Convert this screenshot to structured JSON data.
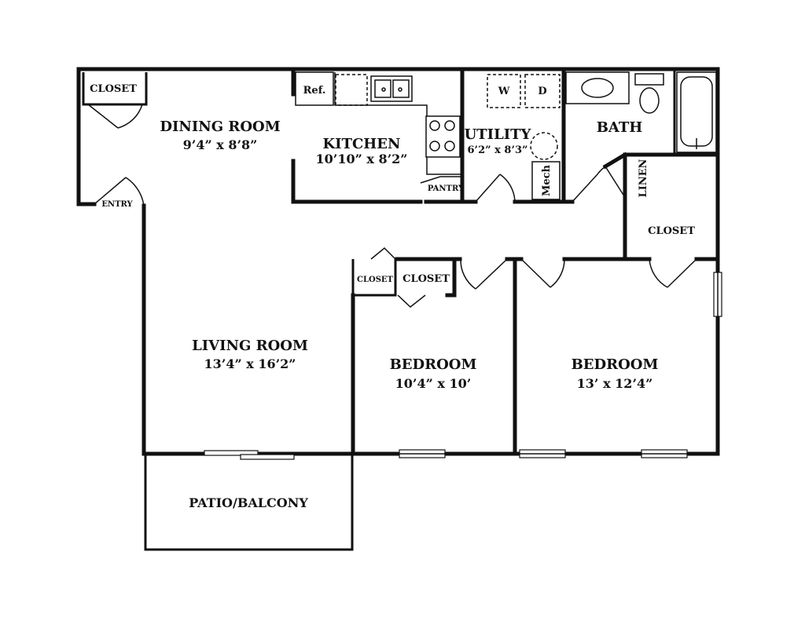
{
  "rooms": {
    "dining": {
      "name": "DINING ROOM",
      "size": "9’4” x 8’8”"
    },
    "kitchen": {
      "name": "KITCHEN",
      "size": "10’10” x 8’2”"
    },
    "utility": {
      "name": "UTILITY",
      "size": "6’2” x 8’3”"
    },
    "bath": {
      "name": "BATH"
    },
    "living": {
      "name": "LIVING ROOM",
      "size": "13’4” x 16’2”"
    },
    "bedroom1": {
      "name": "BEDROOM",
      "size": "10’4” x 10’"
    },
    "bedroom2": {
      "name": "BEDROOM",
      "size": "13’ x 12’4”"
    },
    "patio": {
      "name": "PATIO/BALCONY"
    }
  },
  "labels": {
    "closet_entry": "CLOSET",
    "entry": "ENTRY",
    "ref": "Ref.",
    "washer": "W",
    "dryer": "D",
    "mech": "Mech",
    "pantry": "PANTRY",
    "linen": "LINEN",
    "closet_hall": "CLOSET",
    "closet_small": "CLOSET",
    "closet_bed1": "CLOSET"
  }
}
